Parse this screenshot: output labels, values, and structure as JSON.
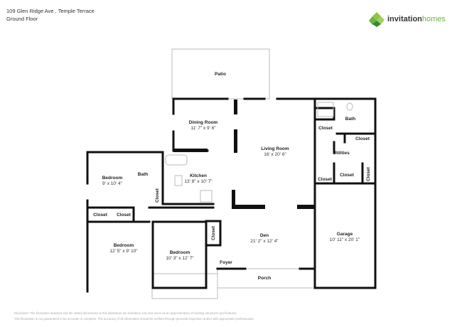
{
  "header": {
    "address": "109 Glen Ridge Ave , Temple Terrace",
    "floor": "Ground Floor"
  },
  "logo": {
    "brand_part1": "invitation",
    "brand_part2": "homes",
    "colors": {
      "dark_green": "#2e8b3a",
      "light_green": "#8dc63f"
    }
  },
  "rooms": [
    {
      "name": "Patio",
      "dims": ""
    },
    {
      "name": "Dining Room",
      "dims": "11' 7\" x 9' 6\""
    },
    {
      "name": "Living Room",
      "dims": "16' x 20' 6\""
    },
    {
      "name": "Bath",
      "dims": ""
    },
    {
      "name": "Utilities",
      "dims": ""
    },
    {
      "name": "Bedroom",
      "dims": "9' x 10' 4\""
    },
    {
      "name": "Bath",
      "dims": ""
    },
    {
      "name": "Kitchen",
      "dims": "13' 8\" x 10' 7\""
    },
    {
      "name": "Den",
      "dims": "21' 2\" x 12' 4\""
    },
    {
      "name": "Garage",
      "dims": "10' 11\" x 20' 1\""
    },
    {
      "name": "Bedroom",
      "dims": "12' 5\" x 9' 10\""
    },
    {
      "name": "Bedroom",
      "dims": "10' 3\" x 12' 7\""
    },
    {
      "name": "Foyer",
      "dims": ""
    },
    {
      "name": "Porch",
      "dims": ""
    }
  ],
  "closets": [
    "Closet",
    "Closet",
    "Closet",
    "Closet",
    "Closet",
    "Closet",
    "Closet",
    "Closet",
    "Closet"
  ],
  "disclaimer": {
    "line1": "Disclaimer: The floorplans depicted and the stated dimensions in this illustration are indicative only and serve as an approximation of existing structures and features.",
    "line2": "This illustration is not guaranteed to be accurate or complete. The accuracy of all information should be verified through personal inspection and/or with appropriate professionals."
  }
}
